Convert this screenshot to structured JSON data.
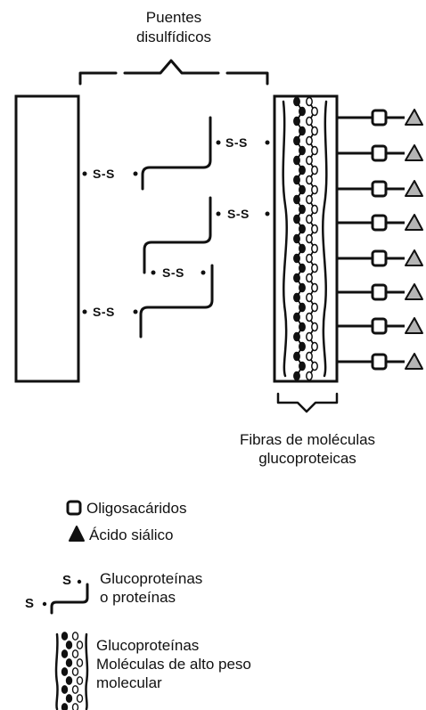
{
  "title": {
    "line1": "Puentes",
    "line2": "disulfídicos"
  },
  "bond_label": "S-S",
  "fibras_label": {
    "line1": "Fibras de moléculas",
    "line2": "glucoproteicas"
  },
  "legend": {
    "oligosacaridos": "Oligosacáridos",
    "acido_sialico": "Ácido siálico",
    "s_symbol": "S",
    "glucoproteinas_line1": "Glucoproteínas",
    "glucoproteinas_line2": "o proteínas",
    "fibras_line1": "Glucoproteínas",
    "fibras_line2": "Moléculas de alto peso",
    "fibras_line3": "molecular"
  },
  "colors": {
    "ink": "#111111",
    "sialic_fill": "#b5b5b5"
  }
}
